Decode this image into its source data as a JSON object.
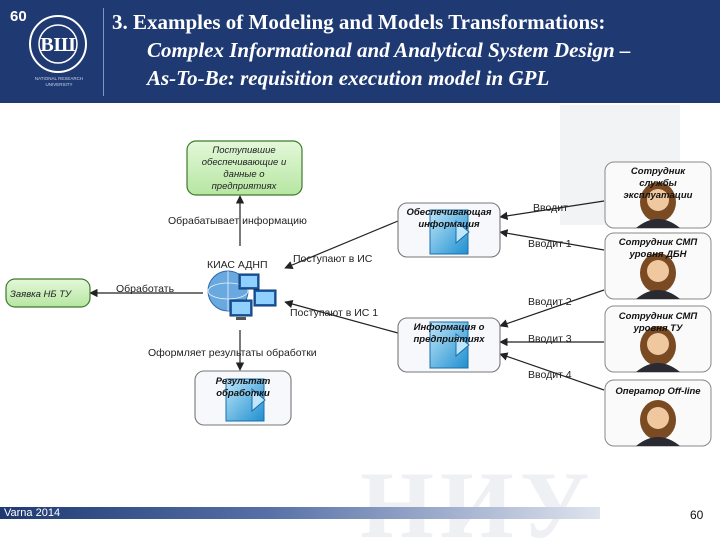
{
  "slide_number": "60",
  "title": {
    "line1": "3.  Examples of Modeling and Models Transformations:",
    "line2": "Complex Informational and Analytical System Design –",
    "line3": "As-To-Be: requisition execution model in GPL"
  },
  "logo": {
    "university_lines": [
      "NATIONAL RESEARCH",
      "UNIVERSITY"
    ]
  },
  "footer": {
    "left": "Varna 2014",
    "page": "60"
  },
  "diagram": {
    "nodes": {
      "incoming_data": [
        "Поступившие",
        "обеспечивающие и",
        "данные о",
        "предприятиях"
      ],
      "request": "Заявка НБ ТУ",
      "system": "КИАС АДНП",
      "result": [
        "Результат",
        "обработки"
      ],
      "support_info": [
        "Обеспечивающая",
        "информация"
      ],
      "company_info": [
        "Информация о",
        "предприятиях"
      ]
    },
    "edges": {
      "processes_info": "Обрабатывает информацию",
      "process": "Обработать",
      "enter_is": "Поступают в ИС",
      "enter_is1": "Поступают в ИС 1",
      "formats_result": "Оформляет результаты обработки",
      "inputs": "Вводит",
      "inputs1": "Вводит 1",
      "inputs2": "Вводит 2",
      "inputs3": "Вводит 3",
      "inputs4": "Вводит 4"
    },
    "actors": {
      "a1": [
        "Сотрудник",
        "службы",
        "эксплуатации"
      ],
      "a2": [
        "Сотрудник СМП",
        "уровня ДБН"
      ],
      "a3": [
        "Сотрудник СМП",
        "уровня ТУ"
      ],
      "a4": [
        "Оператор Off-line"
      ]
    },
    "colors": {
      "green_node": "#c6efb6",
      "green_border": "#3c7a2c",
      "doc_blue": "#2f9fd8",
      "header_blue": "#1f3a73"
    }
  }
}
